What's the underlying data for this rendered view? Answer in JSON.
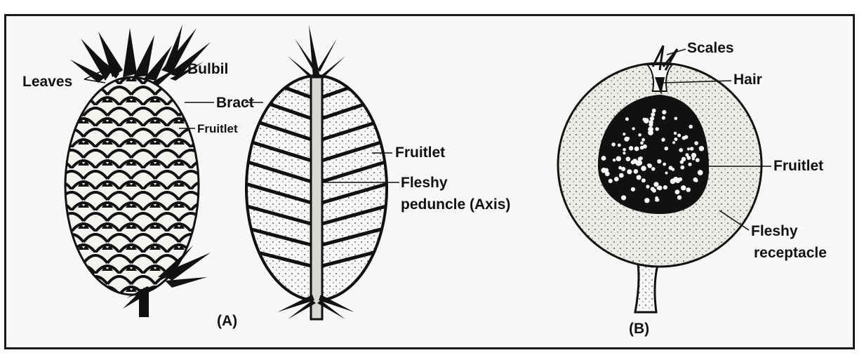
{
  "labels": {
    "leaves": "Leaves",
    "bulbil": "Bulbil",
    "bract": "Bract",
    "fruitlet_a1": "Fruitlet",
    "fruitlet_a2": "Fruitlet",
    "fleshy_peduncle_1": "Fleshy",
    "fleshy_peduncle_2": "peduncle (Axis)",
    "scales": "Scales",
    "hair": "Hair",
    "fruitlet_b": "Fruitlet",
    "fleshy_receptacle_1": "Fleshy",
    "fleshy_receptacle_2": "receptacle"
  },
  "captions": {
    "a": "(A)",
    "b": "(B)"
  },
  "colors": {
    "ink": "#111111",
    "paper": "#f7f7f5",
    "stipple": "#e9e9e4"
  }
}
